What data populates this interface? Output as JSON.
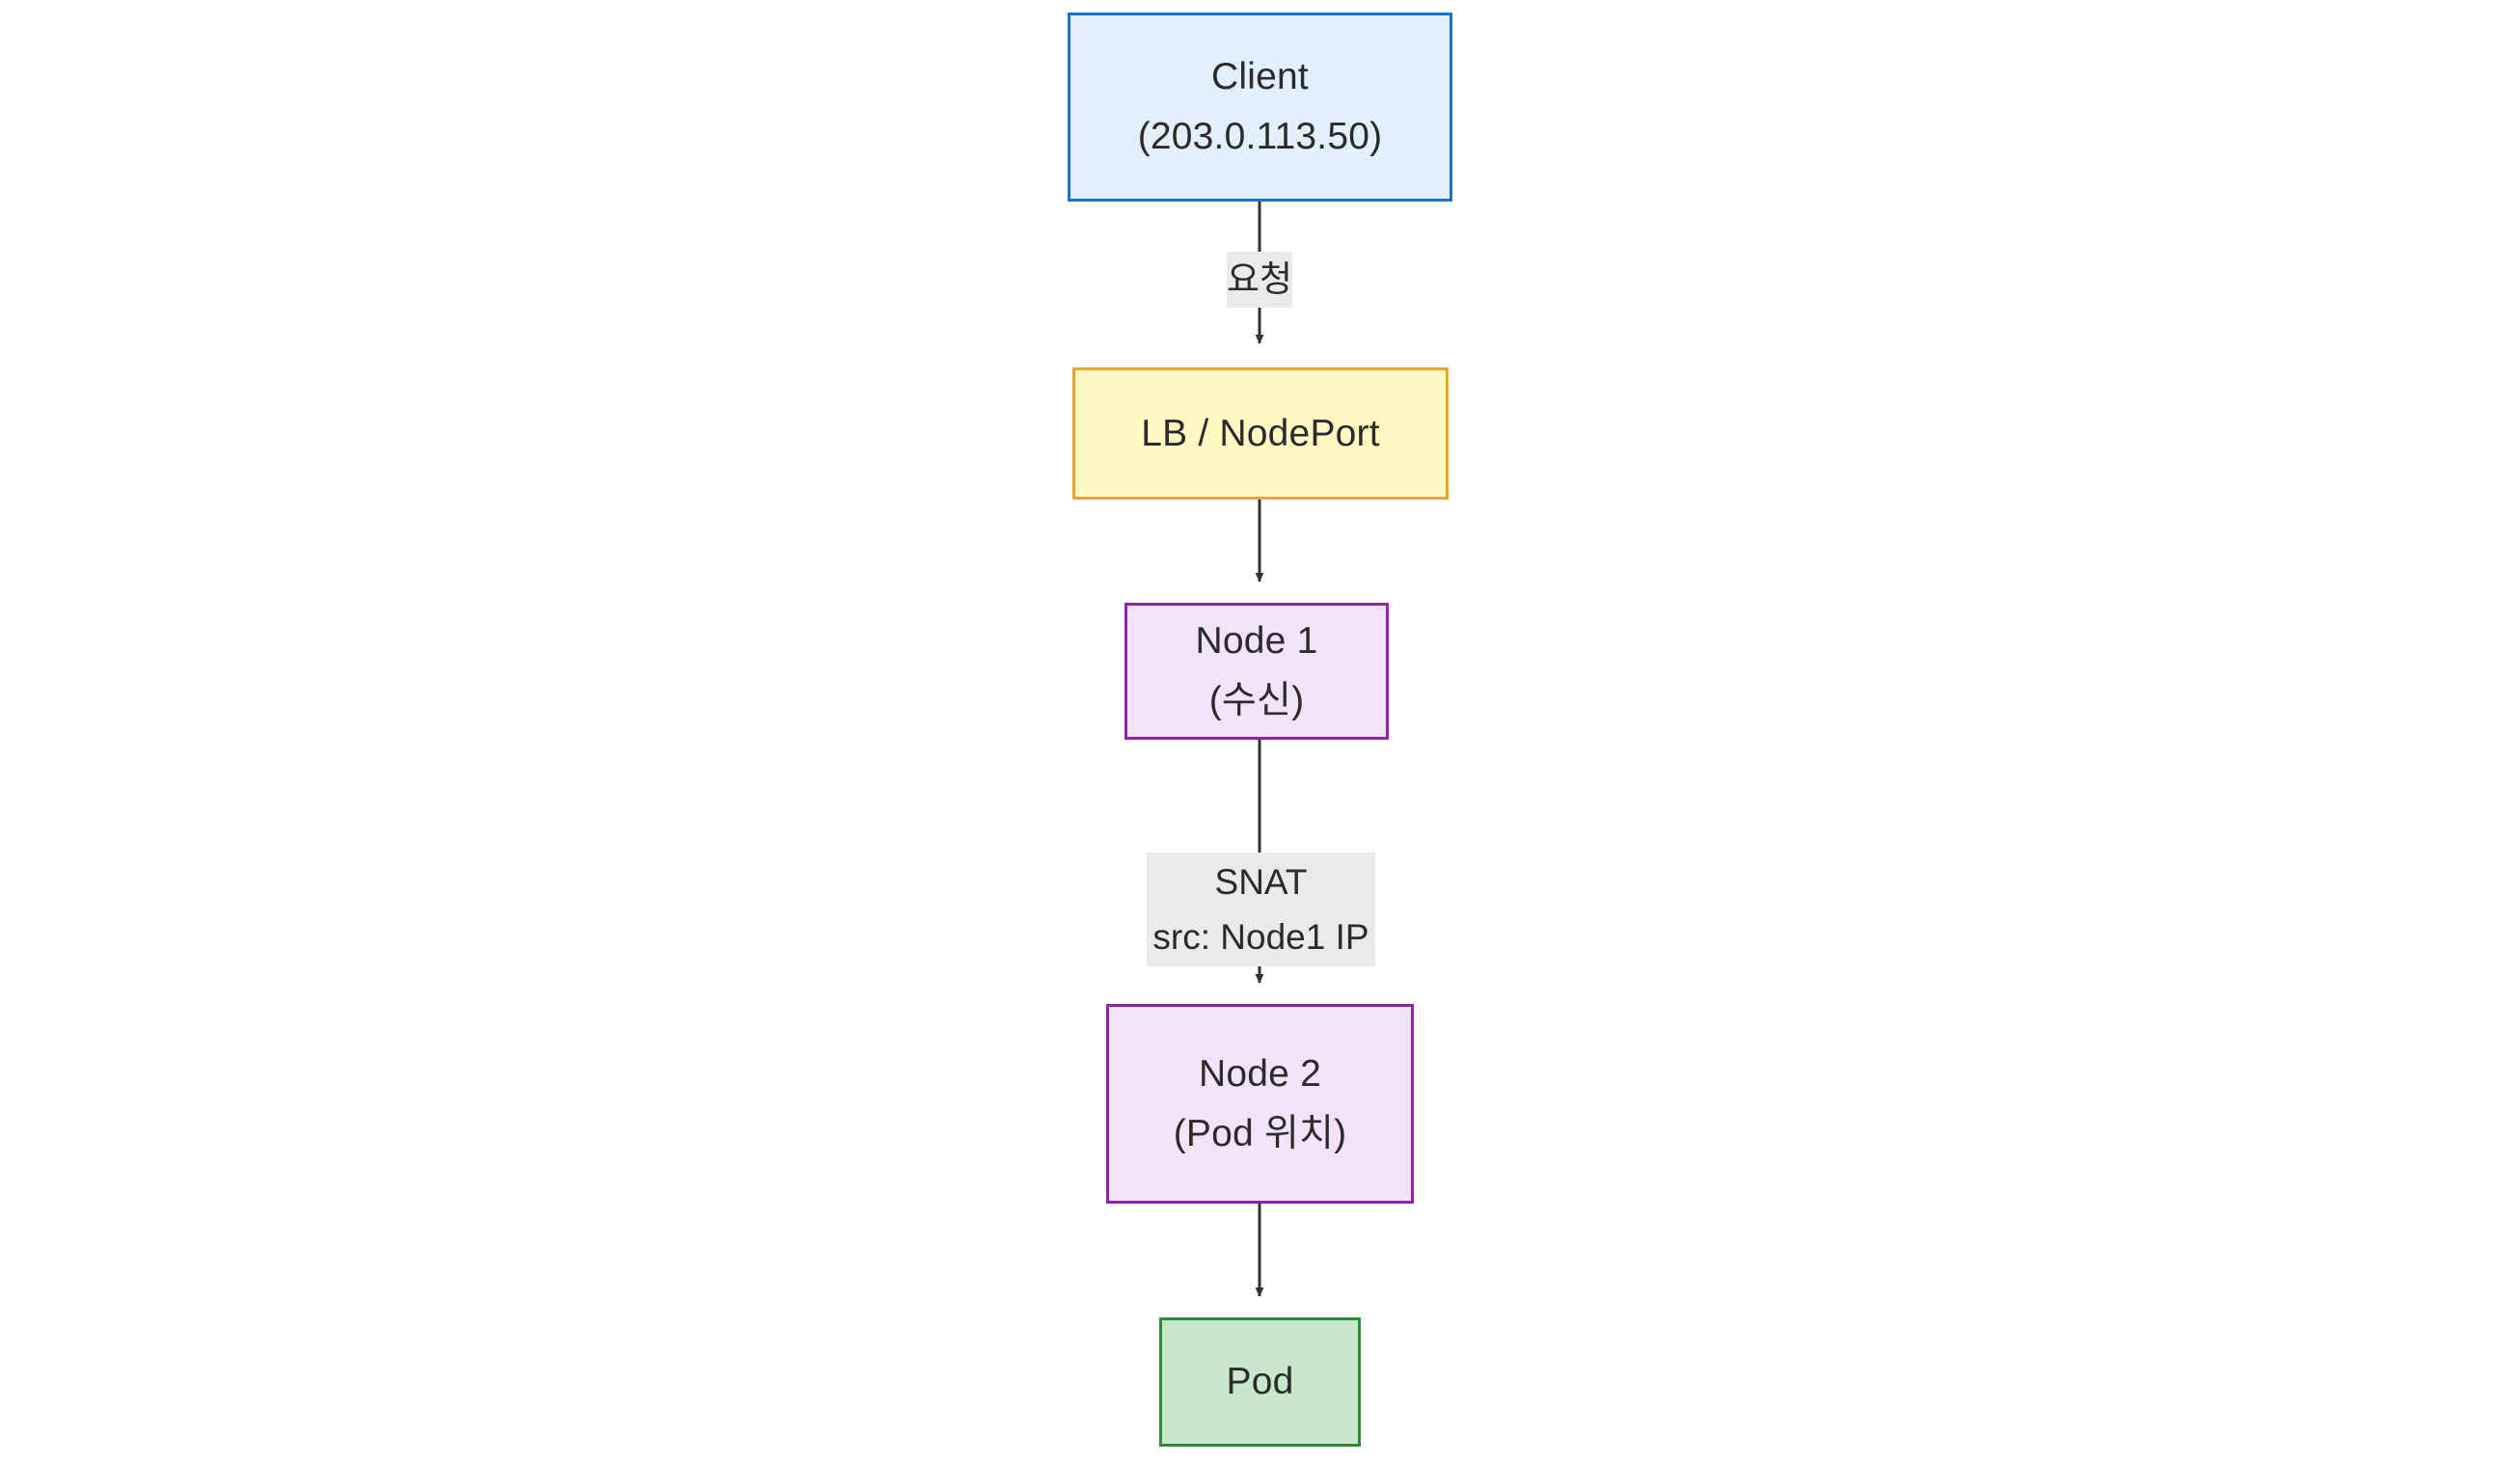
{
  "diagram": {
    "title": "Kubernetes NodePort SNAT traffic flow",
    "background": "#ffffff",
    "direction": "top-down",
    "colors": {
      "client_fill": "#e2effc",
      "client_stroke": "#1a73c8",
      "lb_fill": "#fef8c3",
      "lb_stroke": "#eda12e",
      "node_fill": "#f3e3f8",
      "node_stroke": "#8e24aa",
      "pod_fill": "#c9e7cd",
      "pod_stroke": "#2f8b3c",
      "edge_stroke": "#333333",
      "label_bg": "#eaeaea",
      "text": "#2b2b2b"
    },
    "nodes": [
      {
        "id": "client",
        "lines": [
          "Client",
          "(203.0.113.50)"
        ]
      },
      {
        "id": "lb",
        "lines": [
          "LB / NodePort"
        ]
      },
      {
        "id": "node1",
        "lines": [
          "Node 1",
          "(수신)"
        ]
      },
      {
        "id": "node2",
        "lines": [
          "Node 2",
          "(Pod 위치)"
        ]
      },
      {
        "id": "pod",
        "lines": [
          "Pod"
        ]
      }
    ],
    "edges": [
      {
        "id": "client-to-lb",
        "from": "client",
        "to": "lb",
        "label_lines": [
          "요청"
        ]
      },
      {
        "id": "lb-to-node1",
        "from": "lb",
        "to": "node1",
        "label_lines": []
      },
      {
        "id": "node1-to-node2",
        "from": "node1",
        "to": "node2",
        "label_lines": [
          "SNAT",
          "src: Node1 IP"
        ]
      },
      {
        "id": "node2-to-pod",
        "from": "node2",
        "to": "pod",
        "label_lines": []
      }
    ]
  }
}
